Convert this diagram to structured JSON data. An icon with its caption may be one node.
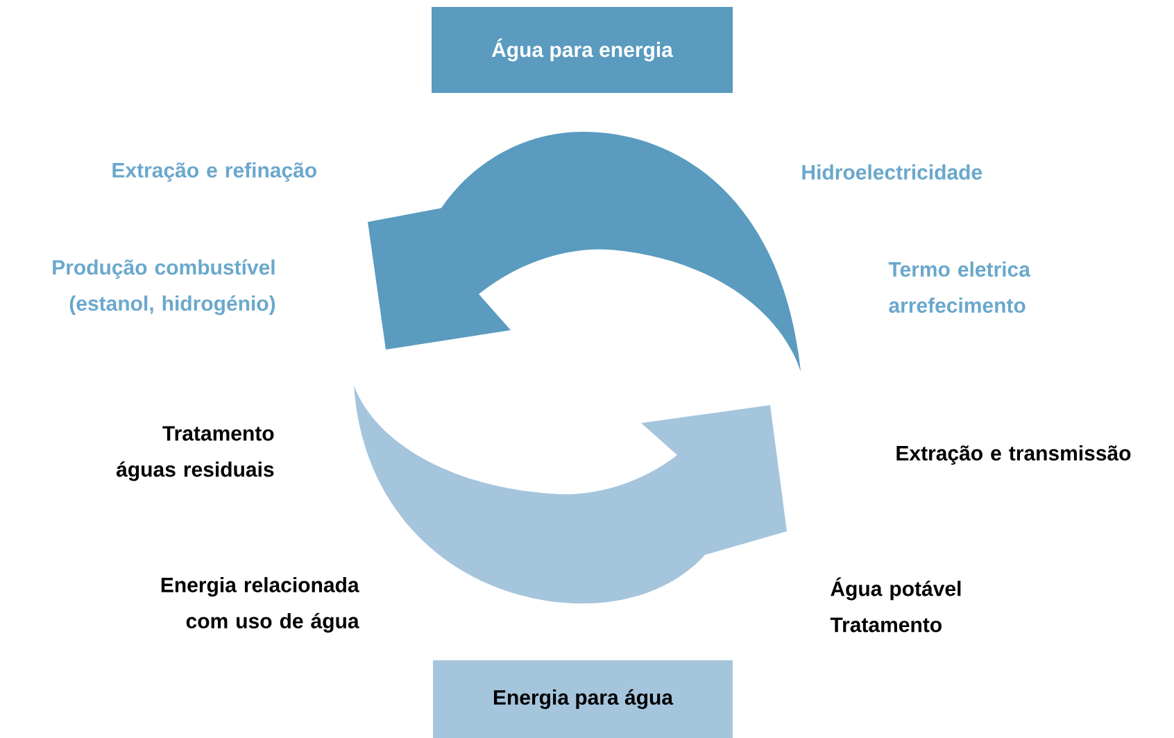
{
  "diagram": {
    "nodes": [
      {
        "text": [
          "Água para energia"
        ]
      },
      {
        "text": [
          "Energia para água"
        ]
      }
    ],
    "labels": [
      "Extração e refinação",
      "Hidroelectricidade",
      "Produção combustível (estanol, hidrogénio)",
      "Termo eletrica arrefecimento",
      "Tratamento águas residuais",
      "Extração e transmissão",
      "Energia relacionada com uso de água",
      "Água potável Tratamento"
    ]
  }
}
